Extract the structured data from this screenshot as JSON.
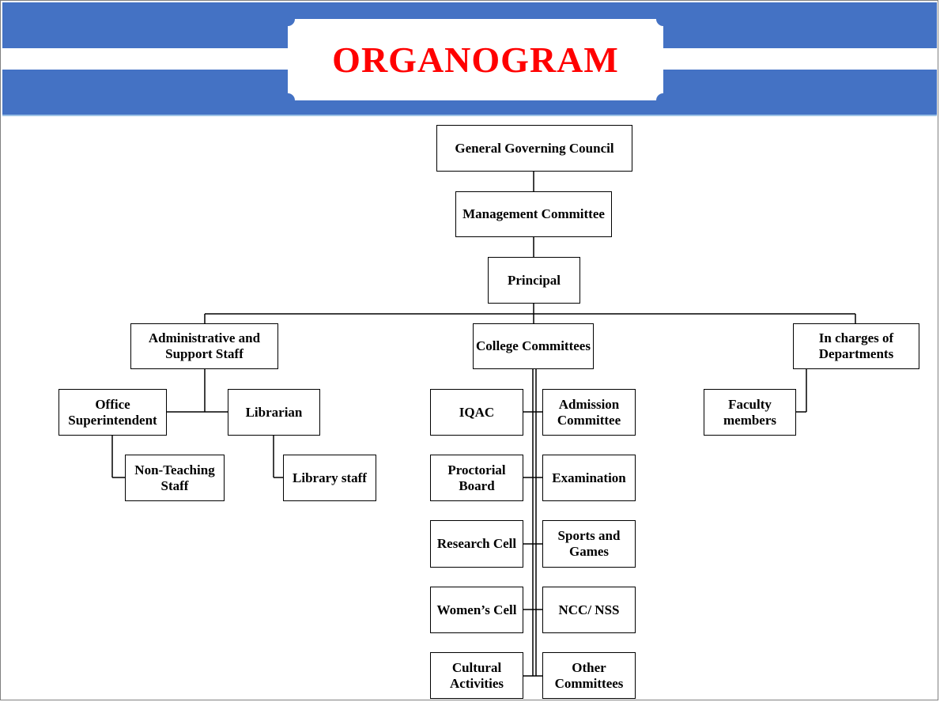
{
  "title": "ORGANOGRAM",
  "colors": {
    "banner": "#4472c4",
    "title": "#ff0000",
    "box_border": "#000000",
    "line": "#000000"
  },
  "nodes": {
    "general_governing_council": "General Governing Council",
    "management_committee": "Management Committee",
    "principal": "Principal",
    "administrative_support_staff": "Administrative  and Support Staff",
    "college_committees": "College Committees",
    "in_charges_of_departments": "In charges of Departments",
    "office_superintendent": "Office Superintendent",
    "librarian": "Librarian",
    "non_teaching_staff": "Non-Teaching Staff",
    "library_staff": "Library staff",
    "faculty_members": "Faculty members",
    "iqac": "IQAC",
    "admission_committee": "Admission Committee",
    "proctorial_board": "Proctorial Board",
    "examination": "Examination",
    "research_cell": "Research Cell",
    "sports_and_games": "Sports and Games",
    "womens_cell": "Women’s Cell",
    "ncc_nss": "NCC/ NSS",
    "cultural_activities": "Cultural Activities",
    "other_committees": "Other Committees"
  }
}
